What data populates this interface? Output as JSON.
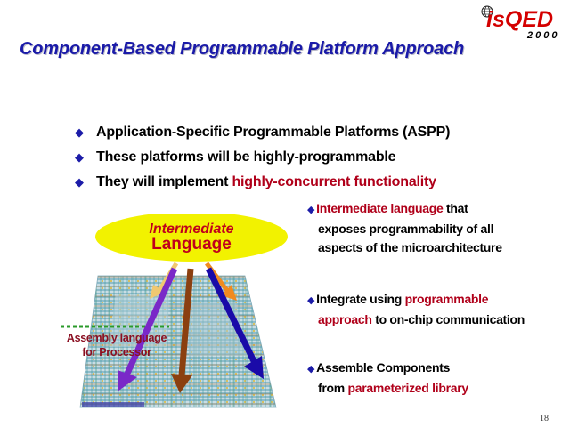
{
  "logo": {
    "text": "isQED",
    "year": "2000"
  },
  "title": "Component-Based Programmable Platform Approach",
  "main_bullets": {
    "b1": "Application-Specific Programmable Platforms (ASPP)",
    "b2": "These platforms will be highly-programmable",
    "b3_pre": "They will implement ",
    "b3_hl": "highly-concurrent functionality"
  },
  "figure": {
    "ellipse_line1": "Intermediate",
    "ellipse_line2": "Language",
    "asm_line1": "Assembly language",
    "asm_line2": "for Processor"
  },
  "right_bullets": {
    "r1_hl": "Intermediate language",
    "r1_a": " that",
    "r1_b": "exposes programmability of all",
    "r1_c": "aspects of the microarchitecture",
    "r2_a": "Integrate using ",
    "r2_hl": "programmable",
    "r2_hl2": "approach",
    "r2_b": " to on-chip communication",
    "r3_a": "Assemble Components",
    "r3_b": "from ",
    "r3_hl": "parameterized library"
  },
  "page_number": "18",
  "colors": {
    "title": "#1a1aa8",
    "highlight": "#b0001a",
    "ellipse": "#f2f200",
    "ellipse_text": "#c0001c",
    "bullet": "#1c1ca8"
  }
}
